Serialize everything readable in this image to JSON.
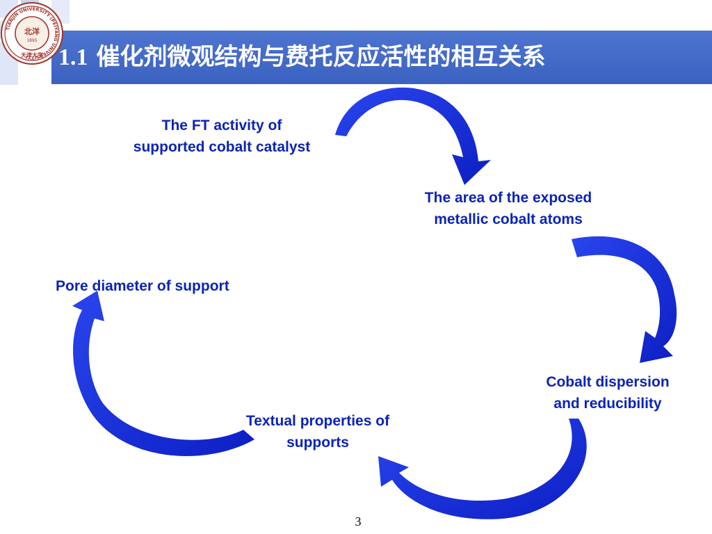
{
  "header": {
    "number": "1.1",
    "title": "催化剂微观结构与费托反应活性的相互关系"
  },
  "logo": {
    "ring_text": "TIANJIN UNIVERSITY (PEIYANG UNIVERSITY)",
    "center_text": "北洋",
    "year": "1895",
    "bottom_text": "天津大学"
  },
  "diagram": {
    "nodes": {
      "ft_activity": {
        "line1": "The FT activity of",
        "line2": "supported cobalt catalyst"
      },
      "exposed_area": {
        "line1": "The area of the exposed",
        "line2": "metallic cobalt atoms"
      },
      "dispersion": {
        "line1": "Cobalt dispersion",
        "line2": "and reducibility"
      },
      "textual": {
        "line1": "Textual properties of",
        "line2": "supports"
      },
      "pore": {
        "line1": "Pore diameter of support"
      }
    }
  },
  "colors": {
    "accent": "#3c62c1",
    "arrow": "#1a2ee0",
    "text": "#0b23b8"
  },
  "footer": {
    "page_number": "3"
  }
}
